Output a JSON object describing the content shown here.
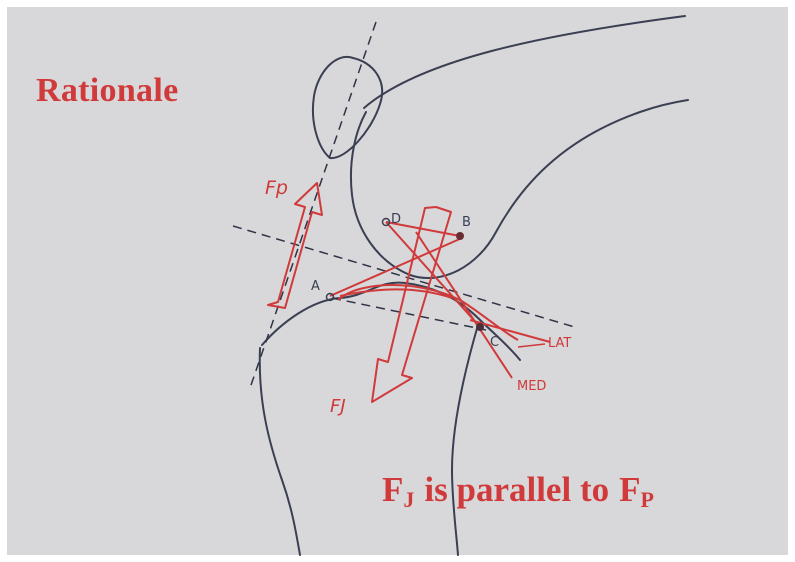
{
  "slide": {
    "title": "Rationale",
    "caption": {
      "prefix": "F",
      "prefix_sub": "J",
      "middle": "is parallel to",
      "suffix": "F",
      "suffix_sub": "P"
    }
  },
  "sketch_labels": {
    "fp": "Fp",
    "fj": "FJ",
    "point_a": "A",
    "point_b": "B",
    "point_c": "C",
    "point_d": "D",
    "lat": "LAT",
    "med": "MED"
  },
  "colors": {
    "ink_red": "#d03a3a",
    "pencil": "#3a3f52",
    "dash": "#2f3345",
    "background": "#d8d7da"
  }
}
